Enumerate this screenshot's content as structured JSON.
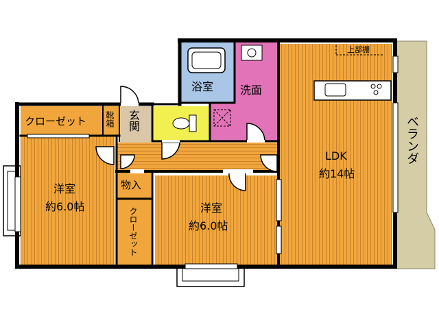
{
  "rooms": {
    "bath": "浴室",
    "washroom": "洗面",
    "upper_shelf": "上部棚",
    "closet_top": "クローゼット",
    "shoe_box": "靴箱",
    "entrance": "玄関",
    "ldk_name": "LDK",
    "ldk_size": "約14帖",
    "balcony": "ベランダ",
    "western_left_name": "洋室",
    "western_left_size": "約6.0帖",
    "storage": "物入",
    "closet_vertical": "クローゼット",
    "western_center_name": "洋室",
    "western_center_size": "約6.0帖"
  },
  "colors": {
    "wall": "#000000",
    "wood_floor": "#F0A63C",
    "wood_line": "#C9822A",
    "bath": "#A9C6E6",
    "washroom": "#E273B8",
    "toilet": "#F2EF50",
    "entrance": "#D9C7A8",
    "balcony": "#D4CDA6"
  }
}
